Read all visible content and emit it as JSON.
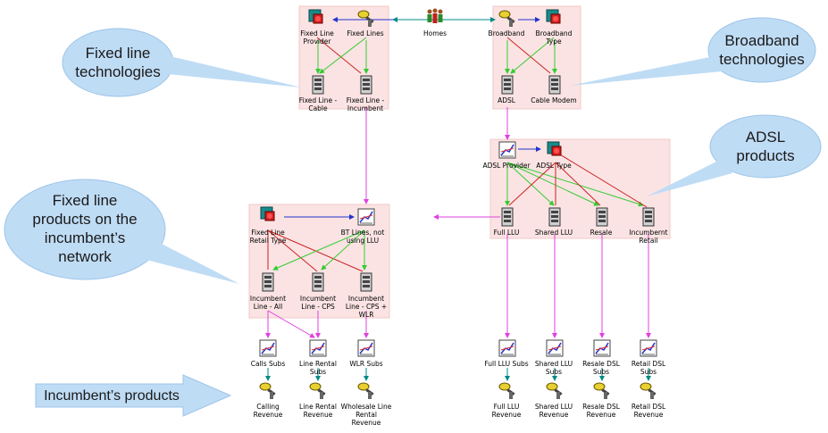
{
  "callouts": {
    "fixed_line_technologies": "Fixed line\ntechnologies",
    "broadband_technologies": "Broadband\ntechnologies",
    "adsl_products": "ADSL\nproducts",
    "fixed_line_products": "Fixed line\nproducts on the\nincumbent’s\nnetwork",
    "incumbents_products": "Incumbent’s products"
  },
  "nodes": {
    "fixed_line_provider": "Fixed Line\nProvider",
    "fixed_lines": "Fixed Lines",
    "homes": "Homes",
    "broadband": "Broadband",
    "broadband_type": "Broadband\nType",
    "fixed_line_cable": "Fixed Line -\nCable",
    "fixed_line_incumbent": "Fixed Line -\nIncumbent",
    "adsl": "ADSL",
    "cable_modem": "Cable Modem",
    "adsl_provider": "ADSL Provider",
    "adsl_type": "ADSL Type",
    "full_llu": "Full LLU",
    "shared_llu": "Shared LLU",
    "resale": "Resale",
    "incumbent_retail": "Incumbernt\nRetail",
    "fixed_line_retail_type": "Fixed Line\nRetail Type",
    "bt_lines": "BT Lines, not\nusing LLU",
    "incumbent_line_all": "Incumbent\nLine - All",
    "incumbent_line_cps": "Incumbent\nLine - CPS",
    "incumbent_line_cps_wlr": "Incumbent\nLine - CPS +\nWLR",
    "calls_subs": "Calls Subs",
    "line_rental_subs": "Line Rental\nSubs",
    "wlr_subs": "WLR Subs",
    "full_llu_subs": "Full LLU Subs",
    "shared_llu_subs": "Shared LLU\nSubs",
    "resale_dsl_subs": "Resale DSL\nSubs",
    "retail_dsl_subs": "Retail DSL\nSubs",
    "calling_revenue": "Calling\nRevenue",
    "line_rental_revenue": "Line Rental\nRevenue",
    "wholesale_line_rental_revenue": "Wholesale Line\nRental\nRevenue",
    "full_llu_revenue": "Full LLU\nRevenue",
    "shared_llu_revenue": "Shared LLU\nRevenue",
    "resale_dsl_revenue": "Resale DSL\nRevenue",
    "retail_dsl_revenue": "Retail DSL\nRevenue"
  },
  "colors": {
    "group_fill": "#fbe3e3",
    "callout_fill": "#bfdcf5",
    "callout_stroke": "#9cc4e8",
    "edge_magenta": "#e040e0",
    "edge_blue": "#2233cc",
    "edge_green": "#33cc33",
    "edge_red": "#cc2222",
    "edge_teal": "#008888"
  }
}
